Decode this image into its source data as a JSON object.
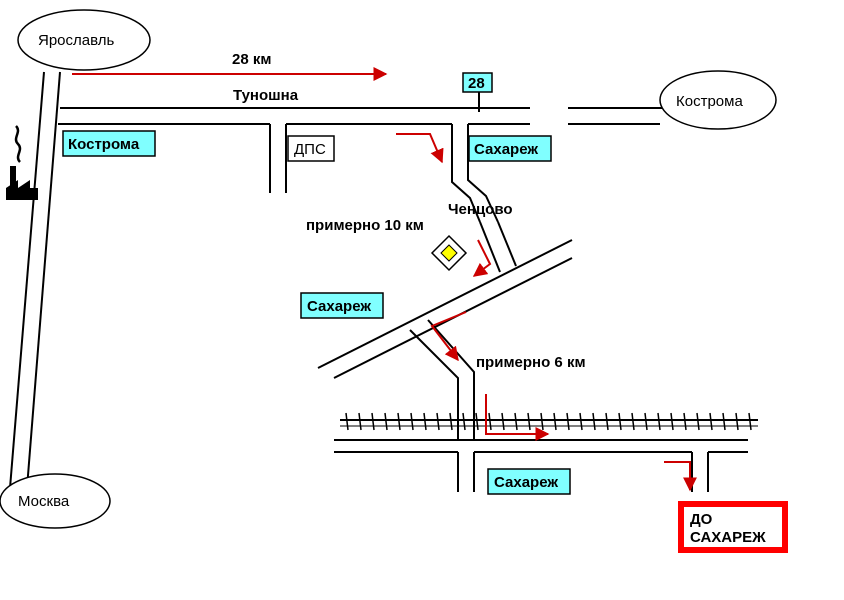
{
  "cities": {
    "yaroslavl": "Ярославль",
    "kostroma": "Кострома",
    "moscow": "Москва"
  },
  "distances": {
    "to_tunoshna": "28 км",
    "about_10": "примерно 10 км",
    "about_6": "примерно 6 км"
  },
  "places": {
    "tunoshna": "Туношна",
    "chentsovo": "Ченцово",
    "dps": "ДПС"
  },
  "signs": {
    "road_number": "28",
    "kostroma_sign": "Кострома",
    "sakharezh_1": "Сахареж",
    "sakharezh_2": "Сахареж",
    "sakharezh_3": "Сахареж"
  },
  "destination": {
    "line1": "ДО",
    "line2": "САХАРЕЖ"
  },
  "colors": {
    "road_line": "#000000",
    "route_arrow": "#cc0000",
    "sign_fill": "#80ffff",
    "priority_sign": "#ffff00",
    "destination_border": "#ff0000"
  },
  "icons": {
    "factory": "factory-icon",
    "priority_road": "priority-road-sign-icon"
  }
}
